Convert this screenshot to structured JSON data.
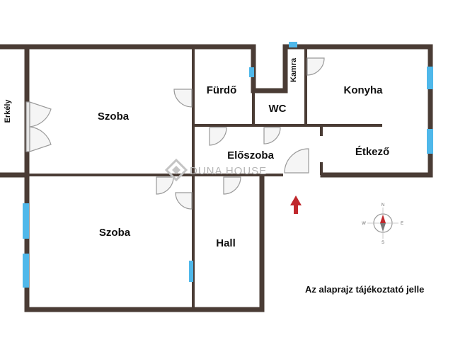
{
  "rooms": {
    "erkely": "Erkély",
    "szoba_top": "Szoba",
    "furdo": "Fürdő",
    "kamra": "Kamra",
    "konyha": "Konyha",
    "wc": "WC",
    "eloszoba": "Előszoba",
    "etkezo": "Étkező",
    "szoba_bottom": "Szoba",
    "hall": "Hall"
  },
  "watermark": "DUNA HOUSE",
  "note": "Az alaprajz tájékoztató jelle",
  "compass": {
    "n": "N",
    "e": "E",
    "s": "S",
    "w": "W"
  },
  "colors": {
    "wall": "#4a3c35",
    "window": "#4fb8ea",
    "arrow": "#c0282d",
    "door": "#9a9a9a"
  }
}
